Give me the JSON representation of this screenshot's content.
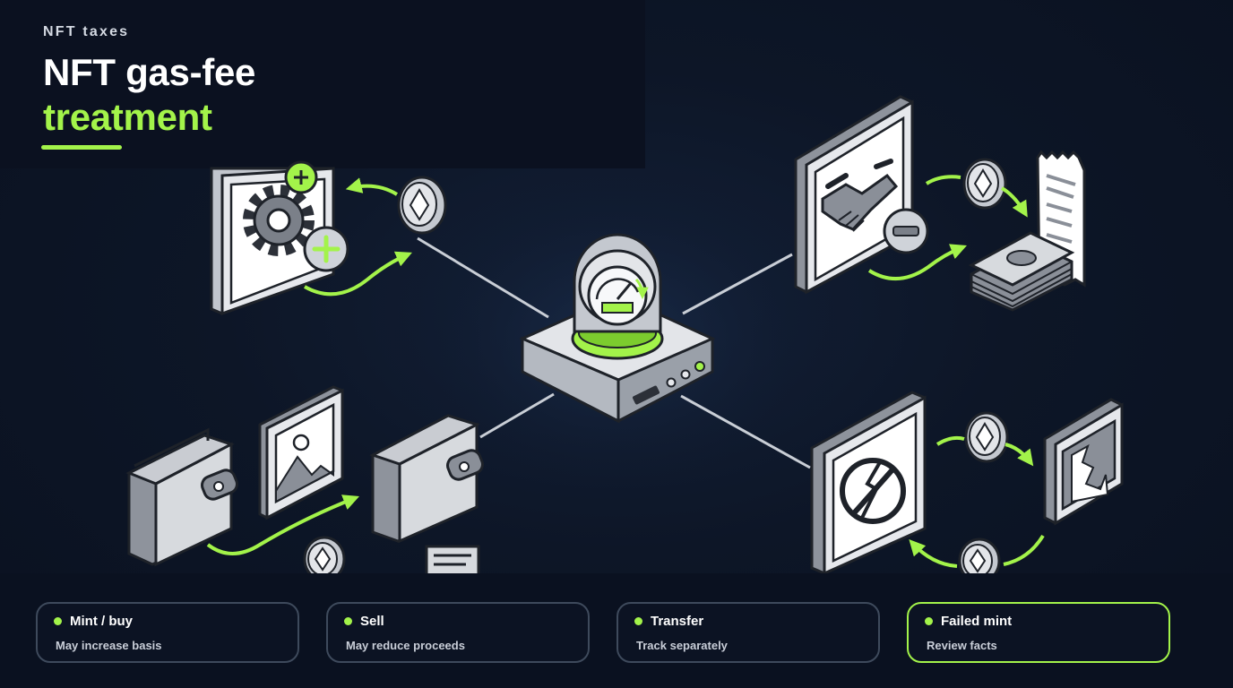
{
  "header": {
    "eyebrow": "NFT taxes",
    "title_line1": "NFT gas-fee",
    "title_line2": "treatment"
  },
  "colors": {
    "accent": "#a3f34a",
    "background": "#0d1627",
    "card_border": "#3e4a5c",
    "icon_fill": "#e6e8ec",
    "icon_stroke": "#2c3038"
  },
  "diagram": {
    "hub": "gas-gauge-hub",
    "icons": [
      "settings-gear-icon",
      "ethereum-coin-icon",
      "handshake-icon",
      "receipt-icon",
      "money-stack-icon",
      "wallet-icon",
      "image-icon",
      "broken-mint-icon",
      "broken-image-icon"
    ]
  },
  "cards": [
    {
      "label": "Mint / buy",
      "sub": "May increase basis"
    },
    {
      "label": "Sell",
      "sub": "May reduce proceeds"
    },
    {
      "label": "Transfer",
      "sub": "Track separately"
    },
    {
      "label": "Failed mint",
      "sub": "Review facts"
    }
  ]
}
